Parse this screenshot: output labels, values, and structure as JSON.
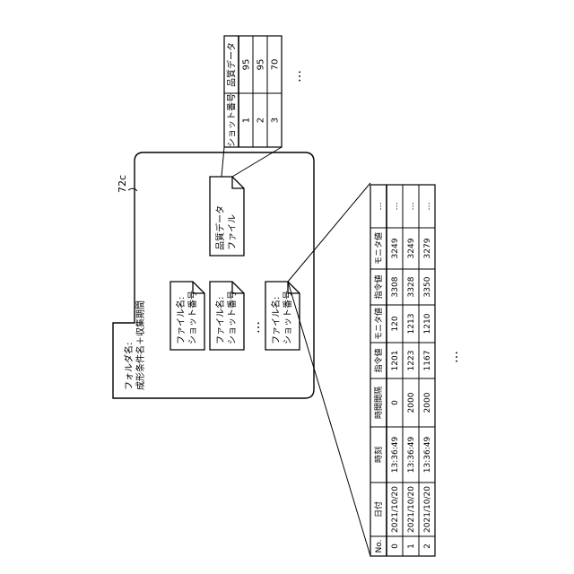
{
  "ref_label": "72c",
  "folder": {
    "label_line1": "フォルダ名:",
    "label_line2": "成形条件名＋収集期間"
  },
  "shot_files": [
    {
      "line1": "ファイル名:",
      "line2": "ショット番号"
    },
    {
      "line1": "ファイル名:",
      "line2": "ショット番号"
    },
    {
      "line1": "ファイル名:",
      "line2": "ショット番号"
    }
  ],
  "shot_files_ellipsis": "…",
  "quality_file": {
    "line1": "品質データ",
    "line2": "ファイル"
  },
  "quality_table": {
    "headers": [
      "ショット番号",
      "品質データ"
    ],
    "rows": [
      [
        "1",
        "95"
      ],
      [
        "2",
        "95"
      ],
      [
        "3",
        "70"
      ]
    ],
    "continuation": "…"
  },
  "data_table": {
    "headers": [
      "No.",
      "日付",
      "時刻",
      "時間間隔",
      "指令値",
      "モニタ値",
      "指令値",
      "モニタ値",
      "…"
    ],
    "rows": [
      [
        "0",
        "2021/10/20",
        "13:36:49",
        "0",
        "1201",
        "120",
        "3308",
        "3249",
        "…"
      ],
      [
        "1",
        "2021/10/20",
        "13:36:49",
        "2000",
        "1223",
        "1213",
        "3328",
        "3249",
        "…"
      ],
      [
        "2",
        "2021/10/20",
        "13:36:49",
        "2000",
        "1167",
        "1210",
        "3350",
        "3279",
        "…"
      ]
    ],
    "continuation": "…"
  }
}
